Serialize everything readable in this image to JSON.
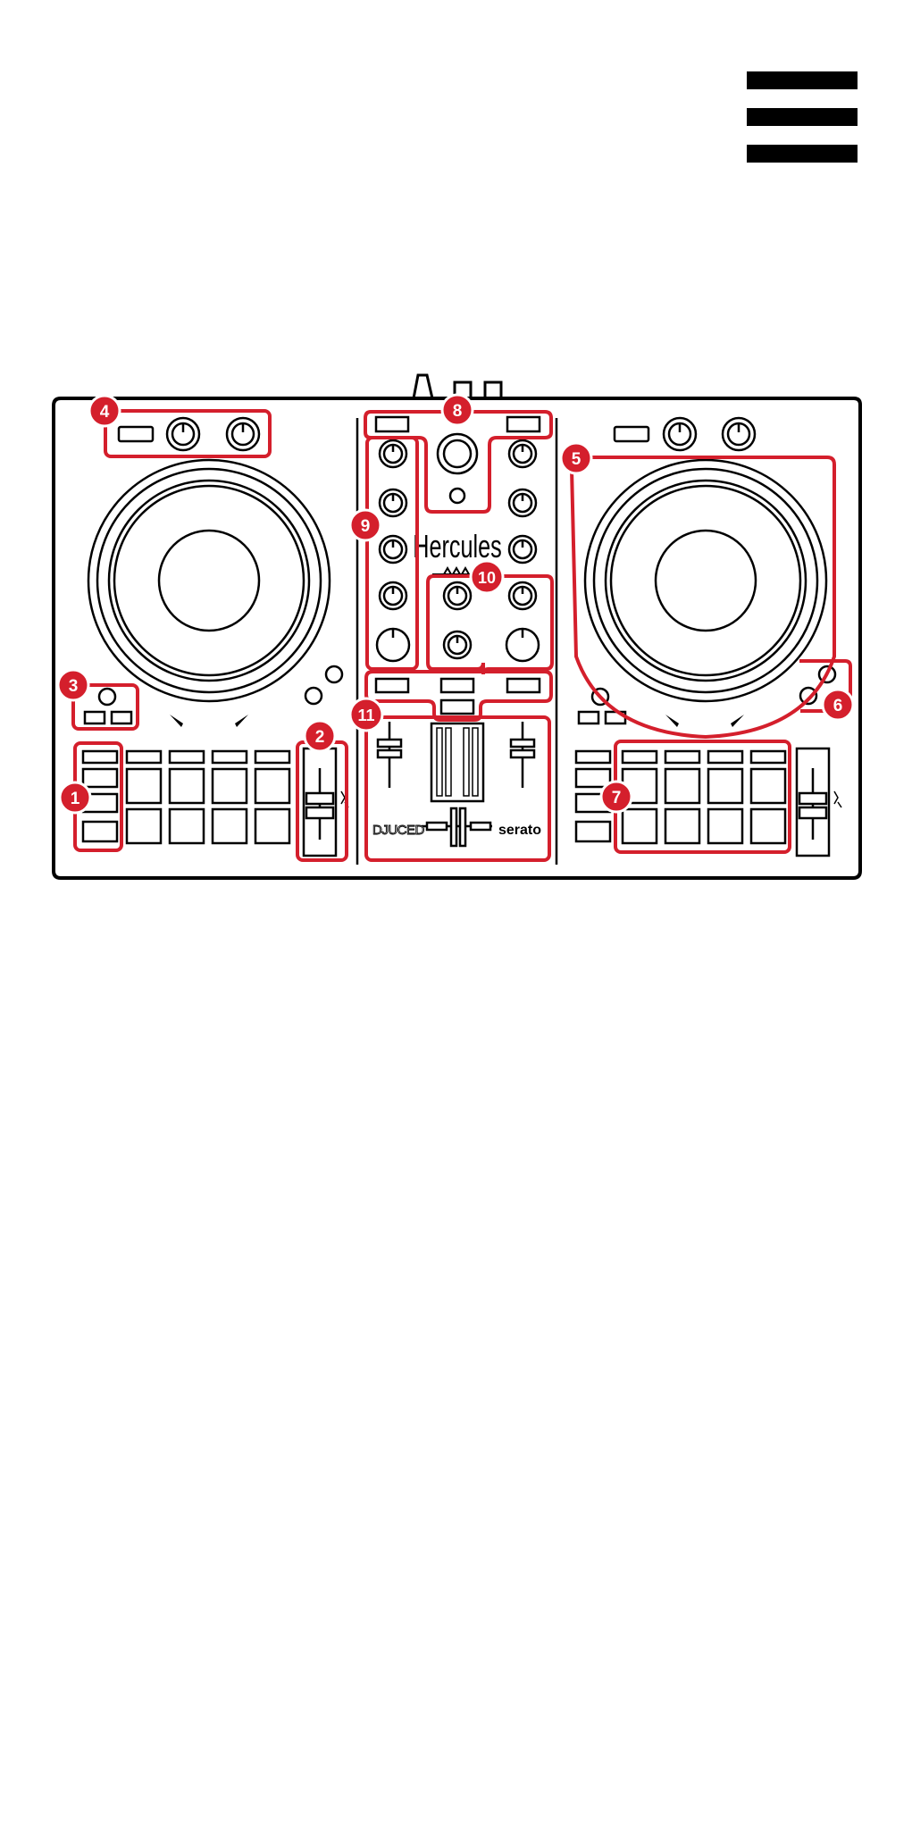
{
  "menu": {
    "icon": "hamburger-menu-icon"
  },
  "brand": {
    "name": "Hercules"
  },
  "logos": {
    "left": "DJUCED",
    "right": "serato"
  },
  "callouts": [
    "1",
    "2",
    "3",
    "4",
    "5",
    "6",
    "7",
    "8",
    "9",
    "10",
    "11"
  ],
  "colors": {
    "highlight": "#d41f2c",
    "outline": "#000000",
    "background": "#ffffff"
  }
}
